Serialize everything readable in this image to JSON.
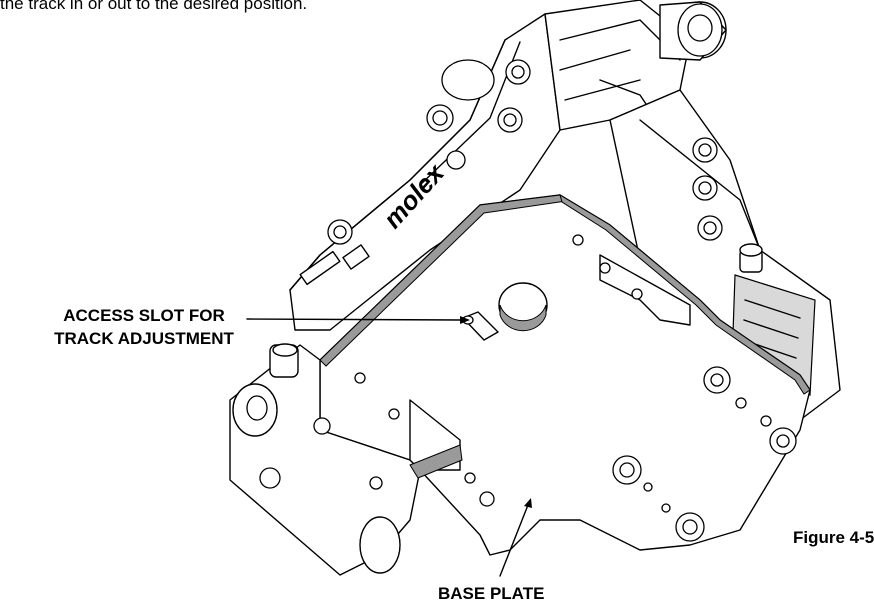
{
  "intro_text": "the track in or out to the desired position.",
  "callouts": {
    "access_slot": [
      "ACCESS SLOT FOR",
      "TRACK ADJUSTMENT"
    ],
    "base_plate": "BASE PLATE"
  },
  "figure_label": "Figure 4-5",
  "part_branding": "molex"
}
